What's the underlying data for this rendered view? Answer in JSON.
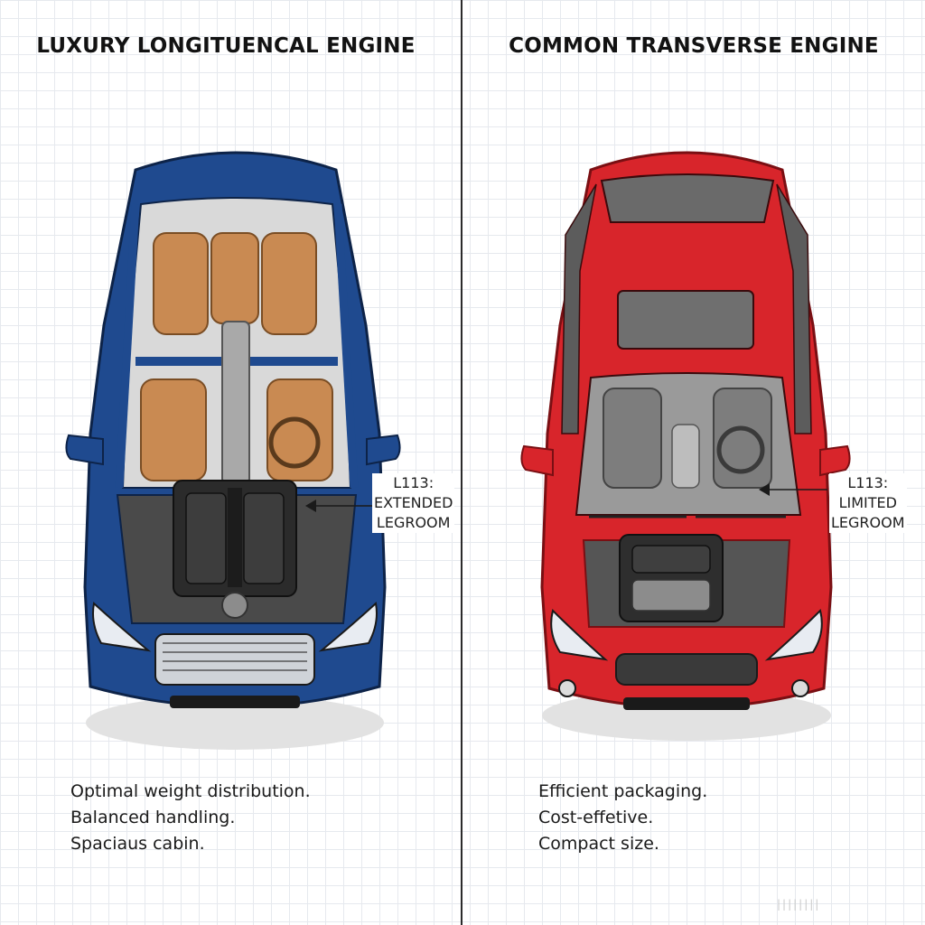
{
  "left": {
    "title": "LUXURY LONGITUENCAL ENGINE",
    "callout": [
      "L113:",
      "EXTENDED",
      "LEGROOM"
    ],
    "features": [
      "Optimal weight distribution.",
      "Balanced handling.",
      "Spaciaus cabin."
    ],
    "body_color": "#1f4a8f",
    "seat_color": "#c98a52"
  },
  "right": {
    "title": "COMMON TRANSVERSE ENGINE",
    "callout": [
      "L113:",
      "LIMITED",
      "LEGROOM"
    ],
    "features": [
      "Efficient packaging.",
      "Cost-effetive.",
      "Compact size."
    ],
    "body_color": "#d8252b",
    "seat_color": "#7d7d7d"
  },
  "icons": {
    "left_engine": "v8-engine-icon",
    "right_engine": "inline-engine-icon",
    "arrow": "arrow-left-icon"
  },
  "watermark": "||||||||"
}
